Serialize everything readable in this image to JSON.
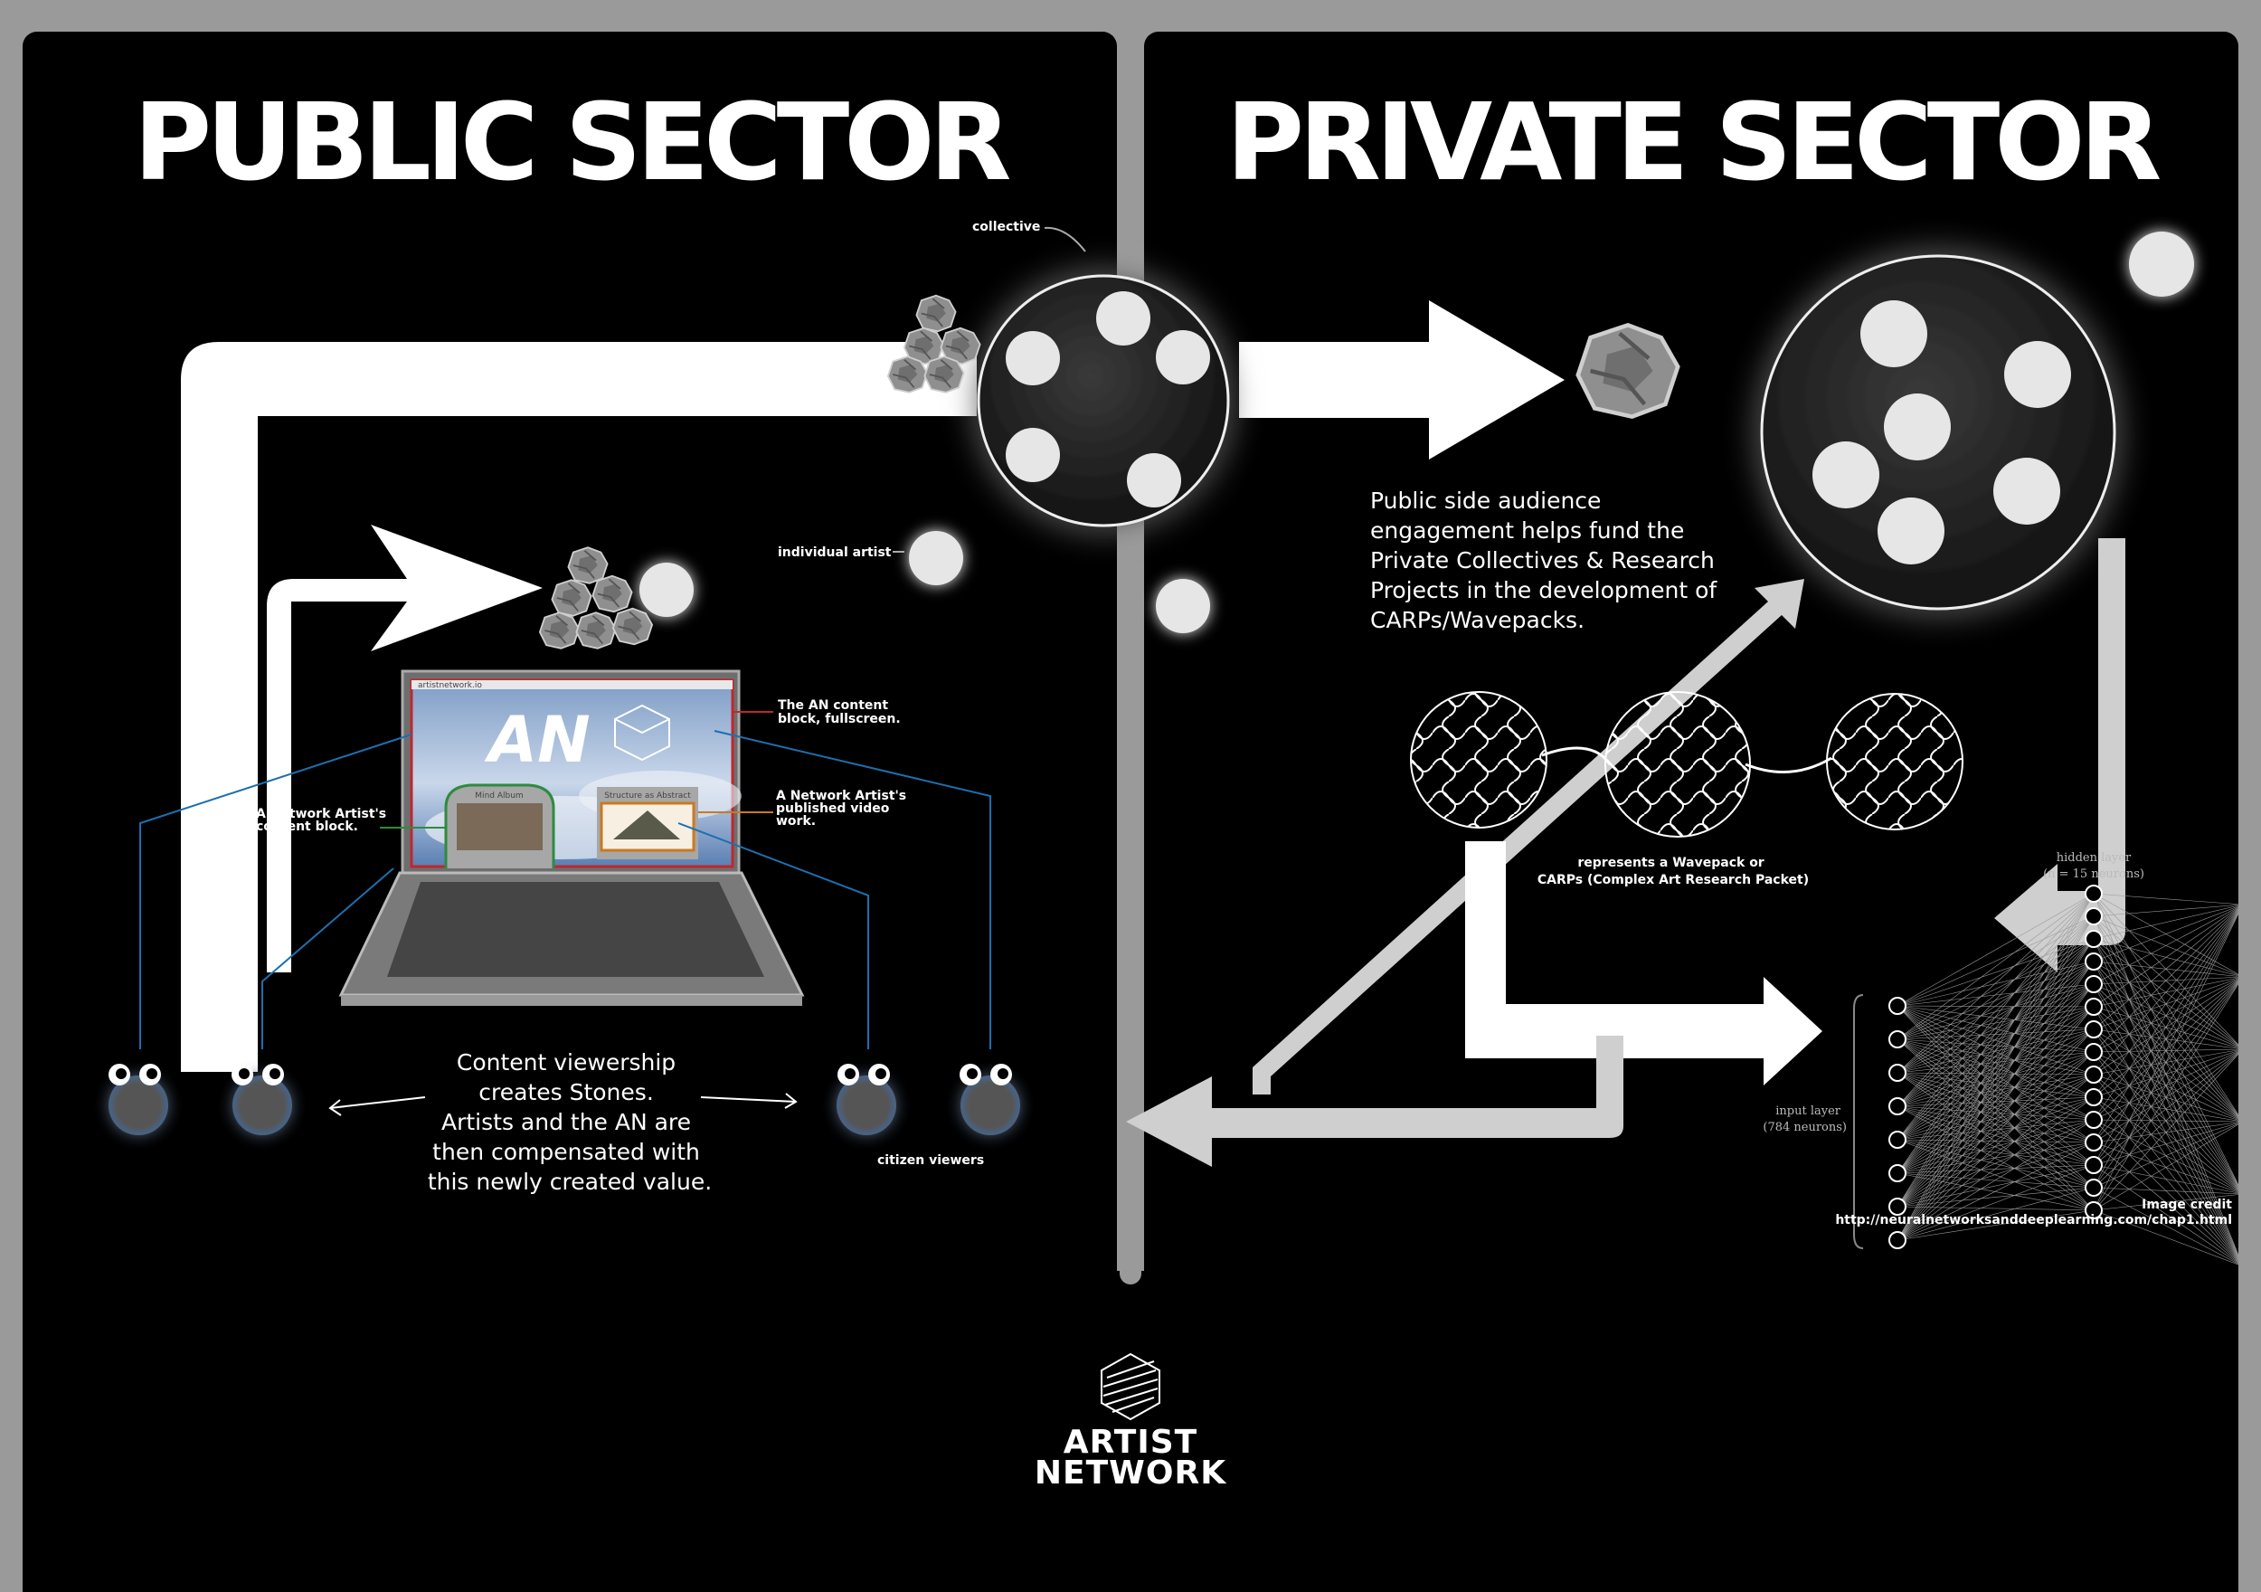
{
  "titles": {
    "public": "PUBLIC SECTOR",
    "private": "PRIVATE SECTOR"
  },
  "labels": {
    "collective": "collective",
    "individual_artist": "individual artist",
    "content_block_fullscreen": [
      "The AN content",
      "block, fullscreen."
    ],
    "artist_content_block": [
      "A Network Artist's",
      "content block."
    ],
    "published_video": [
      "A Network Artist's",
      "published video",
      "work."
    ],
    "citizen_viewers": "citizen viewers",
    "wavepack": [
      "represents a Wavepack or",
      "CARPs (Complex Art Research Packet)"
    ]
  },
  "texts": {
    "content_viewership": [
      "Content viewership",
      "creates Stones.",
      "Artists and the AN are",
      "then compensated with",
      "this newly created value."
    ],
    "public_side": [
      "Public side audience",
      "engagement helps fund the",
      "Private Collectives & Research",
      "Projects in the development of",
      "CARPs/Wavepacks."
    ]
  },
  "laptop": {
    "logo": "AN",
    "card_left": "Mind Album",
    "card_right": "Structure as Abstract"
  },
  "neural_net": {
    "hidden_layer": "hidden layer",
    "hidden_count": "(n = 15 neurons)",
    "input_layer": "input layer",
    "input_count": "(784 neurons)",
    "credit": "Image credit",
    "credit_url": "http://neuralnetworksanddeeplearning.com/chap1.html"
  },
  "logo": {
    "line1": "ARTIST",
    "line2": "NETWORK"
  },
  "colors": {
    "panel": "#000000",
    "frame": "#9a9a9a",
    "arrow_white": "#ffffff",
    "arrow_grey": "#cfcfcf",
    "leader_blue": "#1e6fae",
    "leader_red": "#c0272d",
    "leader_green": "#2e8b3e",
    "leader_orange": "#c87a22"
  }
}
